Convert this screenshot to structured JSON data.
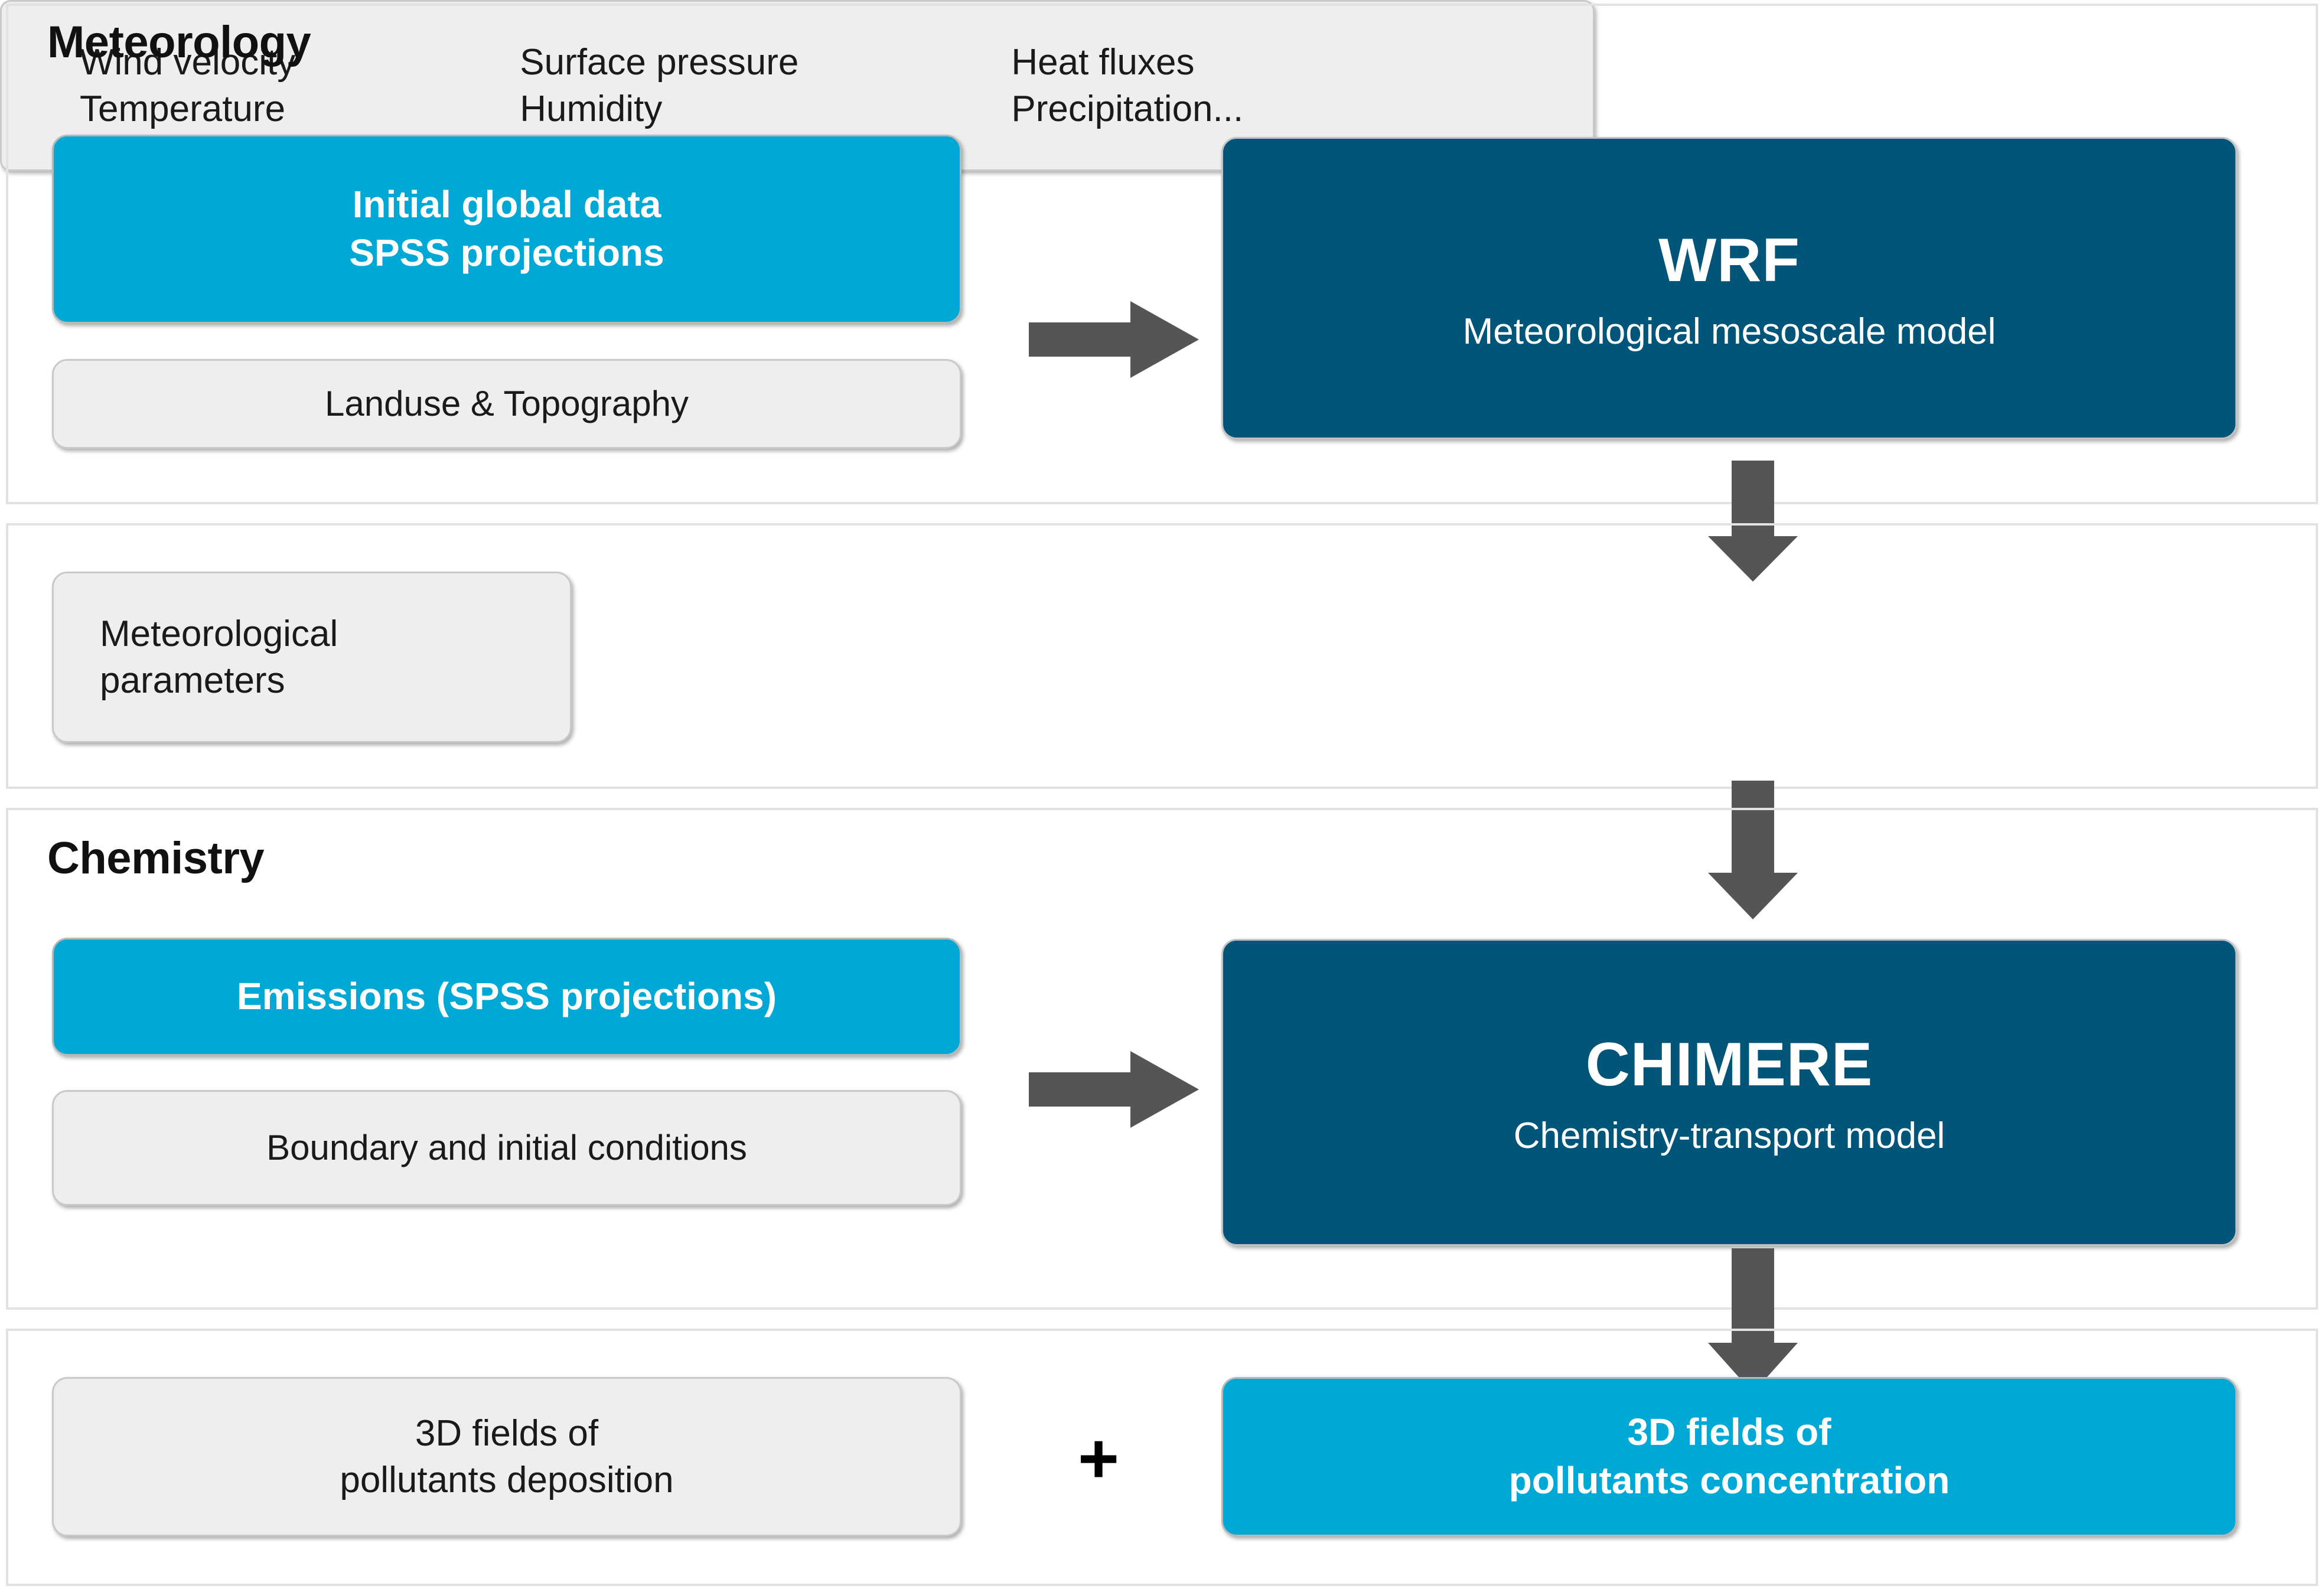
{
  "sections": {
    "meteorology": {
      "title": "Meteorology",
      "inputs": [
        {
          "id": "initial-global",
          "lines": [
            "Initial global data",
            "SPSS projections"
          ],
          "style": "blue"
        },
        {
          "id": "landuse",
          "lines": [
            "Landuse & Topography"
          ],
          "style": "grey"
        }
      ],
      "model": {
        "name": "WRF",
        "description": "Meteorological mesoscale model",
        "style": "darkblue"
      }
    },
    "parameters": {
      "label_lines": [
        "Meteorological",
        "parameters"
      ],
      "columns": [
        {
          "lines": [
            "Wind velocity",
            "Temperature"
          ]
        },
        {
          "lines": [
            "Surface pressure",
            "Humidity"
          ]
        },
        {
          "lines": [
            "Heat fluxes",
            "Precipitation..."
          ]
        }
      ]
    },
    "chemistry": {
      "title": "Chemistry",
      "inputs": [
        {
          "id": "emissions",
          "lines": [
            "Emissions (SPSS projections)"
          ],
          "style": "blue"
        },
        {
          "id": "boundary",
          "lines": [
            "Boundary and initial conditions"
          ],
          "style": "grey"
        }
      ],
      "model": {
        "name": "CHIMERE",
        "description": "Chemistry-transport model",
        "style": "darkblue"
      }
    },
    "output": {
      "left": {
        "lines": [
          "3D fields of",
          "pollutants deposition"
        ],
        "style": "grey"
      },
      "operator": "+",
      "right": {
        "lines": [
          "3D fields of",
          "pollutants concentration"
        ],
        "style": "blue"
      }
    }
  },
  "arrows": [
    {
      "name": "arrow-to-wrf",
      "direction": "right",
      "from": "initial-global",
      "to": "WRF"
    },
    {
      "name": "arrow-wrf-down",
      "direction": "down",
      "from": "WRF",
      "to": "meteorological-parameters"
    },
    {
      "name": "arrow-params-down",
      "direction": "down",
      "from": "meteorological-parameters",
      "to": "CHIMERE"
    },
    {
      "name": "arrow-to-chimere",
      "direction": "right",
      "from": "emissions",
      "to": "CHIMERE"
    },
    {
      "name": "arrow-chimere-down",
      "direction": "down",
      "from": "CHIMERE",
      "to": "pollutants-concentration"
    }
  ],
  "colors": {
    "accent_light_blue": "#00a8d6",
    "accent_dark_blue": "#005578",
    "box_grey": "#eeeeee",
    "panel_border": "#e2e2e2",
    "arrow_grey": "#555555",
    "text_dark": "#1a1a1a",
    "text_light": "#ffffff"
  }
}
